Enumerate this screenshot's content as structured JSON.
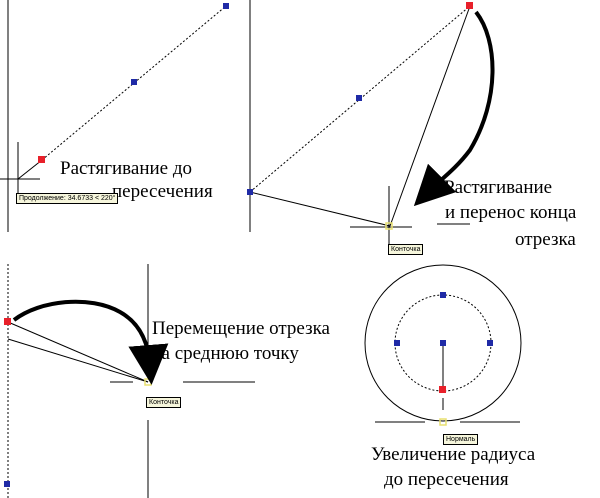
{
  "panels": {
    "stretch_to_intersection": {
      "caption_line1": "Растягивание до",
      "caption_line2": "пересечения",
      "tooltip": "Продолжение: 34.6733 < 220°"
    },
    "stretch_and_move_end": {
      "caption_line1": "Растягивание",
      "caption_line2": "и перенос конца",
      "caption_line3": "отрезка",
      "tooltip": "Конточка"
    },
    "move_by_midpoint": {
      "caption_line1": "Перемещение отрезка",
      "caption_line2": "за среднюю точку",
      "tooltip": "Конточка"
    },
    "increase_radius": {
      "caption_line1": "Увеличение радиуса",
      "caption_line2": "до пересечения",
      "tooltip": "Нормаль"
    }
  },
  "colors": {
    "grip_selected": "#e8202a",
    "grip_normal": "#1f2aa6",
    "snap_marker": "#e8e070",
    "line": "#000000"
  }
}
